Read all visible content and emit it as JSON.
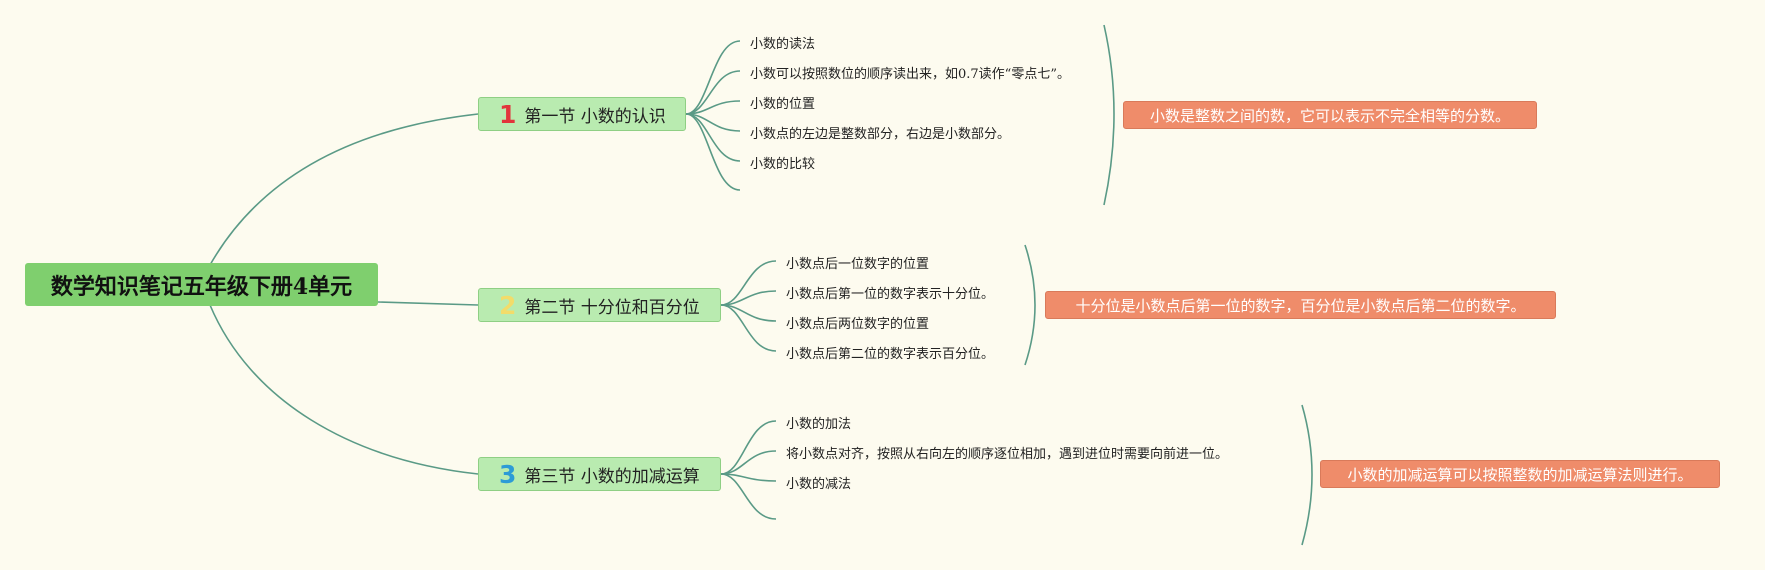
{
  "root": {
    "title": "数学知识笔记五年级下册4单元"
  },
  "sections": [
    {
      "num": "1",
      "num_color": "#e2343c",
      "title": "第一节 小数的认识",
      "items": [
        "小数的读法",
        "小数可以按照数位的顺序读出来，如0.7读作“零点七”。",
        "小数的位置",
        "小数点的左边是整数部分，右边是小数部分。",
        "小数的比较"
      ],
      "summary": "小数是整数之间的数，它可以表示不完全相等的分数。"
    },
    {
      "num": "2",
      "num_color": "#f2dc6a",
      "title": "第二节 十分位和百分位",
      "items": [
        "小数点后一位数字的位置",
        "小数点后第一位的数字表示十分位。",
        "小数点后两位数字的位置",
        "小数点后第二位的数字表示百分位。"
      ],
      "summary": "十分位是小数点后第一位的数字，百分位是小数点后第二位的数字。"
    },
    {
      "num": "3",
      "num_color": "#2d9bd6",
      "title": "第三节 小数的加减运算",
      "items": [
        "小数的加法",
        "将小数点对齐，按照从右向左的顺序逐位相加，遇到进位时需要向前进一位。",
        "小数的减法"
      ],
      "summary": "小数的加减运算可以按照整数的加减运算法则进行。"
    }
  ],
  "colors": {
    "line": "#5a9a86",
    "root": "#7fcf6e",
    "section": "#b9ebb0",
    "summary": "#ef8c6a"
  }
}
